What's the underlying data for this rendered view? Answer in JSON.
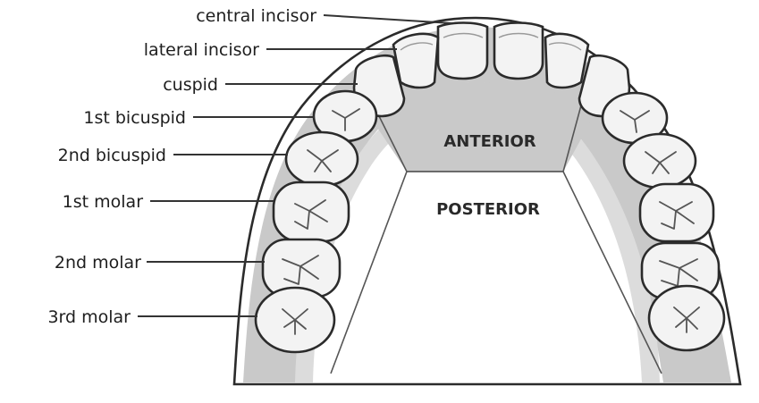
{
  "labels": {
    "central_incisor": "central incisor",
    "lateral_incisor": "lateral incisor",
    "cuspid": "cuspid",
    "first_bicuspid": "1st bicuspid",
    "second_bicuspid": "2nd bicuspid",
    "first_molar": "1st molar",
    "second_molar": "2nd molar",
    "third_molar": "3rd molar"
  },
  "regions": {
    "anterior": "ANTERIOR",
    "posterior": "POSTERIOR"
  },
  "colors": {
    "gum": "#c9c9c9",
    "gum_light": "#dcdcdc",
    "tooth": "#f3f3f3",
    "outline": "#2b2b2b"
  }
}
